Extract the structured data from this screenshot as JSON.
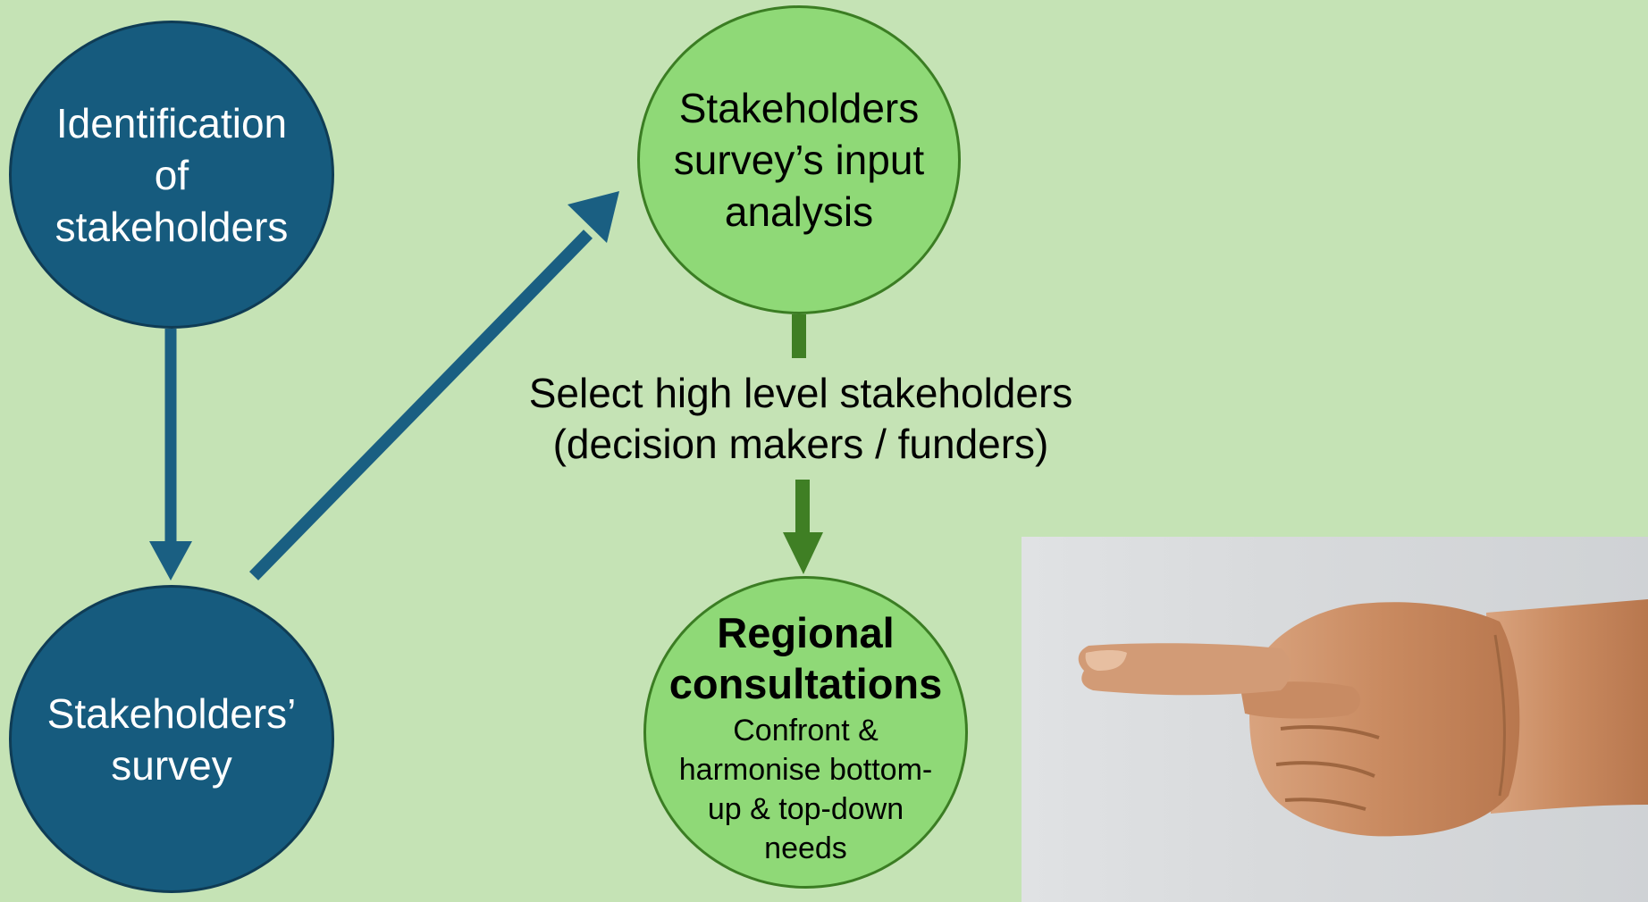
{
  "nodes": {
    "identification": {
      "label": "Identification\nof\nstakeholders"
    },
    "survey": {
      "label": "Stakeholders’\nsurvey"
    },
    "analysis": {
      "label": "Stakeholders\nsurvey’s input\nanalysis"
    },
    "regional": {
      "title": "Regional\nconsultations",
      "subtitle": "Confront &\nharmonise bottom-\nup & top-down\nneeds"
    }
  },
  "connector_label": "Select high level stakeholders\n(decision makers / funders)",
  "colors": {
    "background": "#c5e3b5",
    "blue_node": "#165b7e",
    "green_node": "#8fd977",
    "blue_arrow": "#1a5f82",
    "green_arrow": "#3f7f24"
  },
  "photo": {
    "subject": "pointing-hand"
  }
}
